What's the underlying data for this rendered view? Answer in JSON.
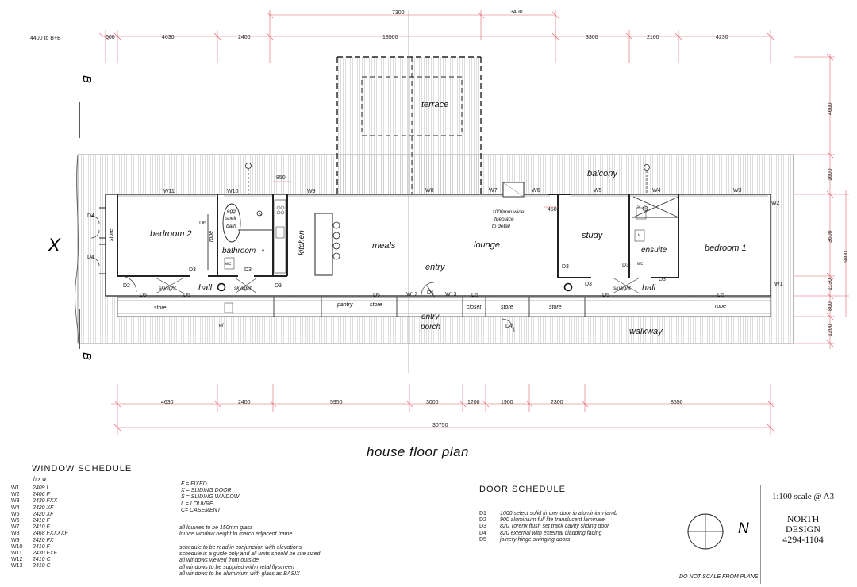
{
  "plan": {
    "title": "house floor plan",
    "top_dims": {
      "overall_left": "7300",
      "overall_right": "3400",
      "ref_label": "4400 to B+B",
      "segments": [
        "600",
        "4630",
        "2400",
        "13500",
        "3300",
        "2100",
        "4230"
      ]
    },
    "bottom_dims": {
      "segments": [
        "4630",
        "2400",
        "5950",
        "3000",
        "1200",
        "1900",
        "2300",
        "8550"
      ],
      "total": "30750"
    },
    "right_dims": {
      "segments": [
        "4600",
        "1600",
        "3600",
        "1130",
        "800",
        "1200"
      ],
      "total": "5800"
    },
    "section_marks": {
      "b": "B",
      "x": "X"
    },
    "rooms": {
      "terrace": "terrace",
      "balcony": "balcony",
      "bedroom2": "bedroom 2",
      "robe": "robe",
      "store": "store",
      "bathroom": "bathroom",
      "bath": "bath",
      "egg_shell": "egg",
      "egg_shell2": "shell",
      "kitchen": "kitchen",
      "meals": "meals",
      "lounge": "lounge",
      "entry": "entry",
      "study": "study",
      "ensuite": "ensuite",
      "bedroom1": "bedroom 1",
      "hall": "hall",
      "walkway": "walkway",
      "entry_porch_1": "entry",
      "entry_porch_2": "porch",
      "pantry": "pantry",
      "closet": "closet",
      "skylight": "skylight",
      "wc": "wc",
      "ef": "ef",
      "fireplace_1": "1000mm wide",
      "fireplace_2": "fireplace",
      "fireplace_3": "to detail",
      "s": "s",
      "v": "v",
      "dim_850": "850",
      "dim_450": "450"
    },
    "windows": [
      "W1",
      "W2",
      "W3",
      "W4",
      "W5",
      "W6",
      "W7",
      "W8",
      "W9",
      "W10",
      "W11",
      "W12",
      "W13"
    ],
    "doors": [
      "D1",
      "D2",
      "D3",
      "D4",
      "D5",
      "D6"
    ]
  },
  "window_schedule": {
    "title": "WINDOW   SCHEDULE",
    "header": "h x w",
    "rows": [
      {
        "id": "W1",
        "spec": "2409 L"
      },
      {
        "id": "W2",
        "spec": "2406 F"
      },
      {
        "id": "W3",
        "spec": "2430 FXX"
      },
      {
        "id": "W4",
        "spec": "2420 XF"
      },
      {
        "id": "W5",
        "spec": "2420 XF"
      },
      {
        "id": "W6",
        "spec": "2410 F"
      },
      {
        "id": "W7",
        "spec": "2410 F"
      },
      {
        "id": "W8",
        "spec": "2468 FXXXXF"
      },
      {
        "id": "W9",
        "spec": "2420 FX"
      },
      {
        "id": "W10",
        "spec": "2410 F"
      },
      {
        "id": "W11",
        "spec": "2430 FXF"
      },
      {
        "id": "W12",
        "spec": "2410 C"
      },
      {
        "id": "W13",
        "spec": "2410 C"
      }
    ],
    "legend": [
      "F = FIXED",
      "X = SLIDING DOOR",
      "S = SLIDING WINDOW",
      "L = LOUVRE",
      "C= CASEMENT"
    ],
    "notes_a": [
      "all louvres to be 150mm glass",
      "louvre window height to match adjacent frame"
    ],
    "notes_b": [
      "schedule to be read in conjunction with elevations",
      "schedule is a guide only and all units should be site sized",
      "all windows viewed from outside",
      "all windows to be supplied with metal flyscreen",
      "all windows to be aluminium with glass as BASIX"
    ]
  },
  "door_schedule": {
    "title": "DOOR   SCHEDULE",
    "rows": [
      {
        "id": "D1",
        "spec": "1000 select solid timber door in aluminium jamb"
      },
      {
        "id": "D2",
        "spec": "900 aluminium full lite translucent laminate"
      },
      {
        "id": "D3",
        "spec": "820  Torenx flush set track cavity sliding door"
      },
      {
        "id": "D4",
        "spec": "820 external with external cladding facing"
      },
      {
        "id": "D5",
        "spec": "joinery hinge swinging doors"
      }
    ]
  },
  "north": {
    "label": "N"
  },
  "title_block": {
    "scale": "1:100 scale @ A3",
    "company_1": "NORTH",
    "company_2": "DESIGN",
    "job": "4294-1104",
    "warning": "DO NOT SCALE FROM PLANS"
  }
}
